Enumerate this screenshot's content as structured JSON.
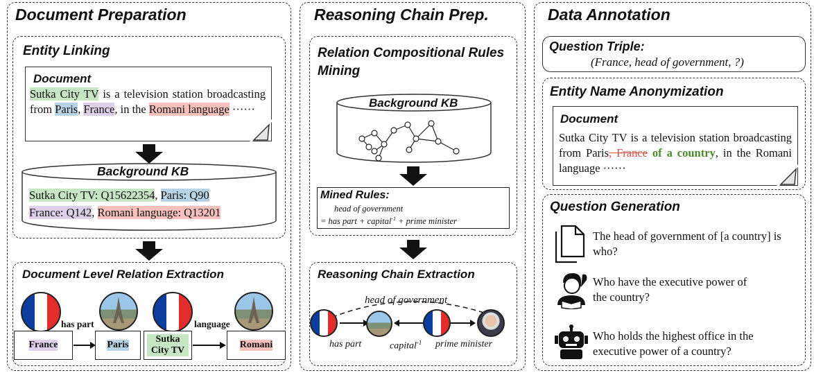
{
  "panels": {
    "doc_prep": {
      "title": "Document Preparation",
      "entity_linking": {
        "title": "Entity Linking",
        "document": {
          "title": "Document",
          "e1": "Sutka City TV",
          "t1": "is a television station broadcasting from",
          "e2": "Paris",
          "comma1": ",",
          "e3": "France",
          "t2": ", in the",
          "e4": "Romani language",
          "t3": "······"
        },
        "kb": {
          "title": "Background KB",
          "a": "Sutka City TV: Q15622354",
          "comma1": ",",
          "b": "Paris:  Q90",
          "c": "France: Q142",
          "comma2": ",",
          "d": "Romani language: Q13201"
        }
      },
      "relation_extraction": {
        "title": "Document Level Relation Extraction",
        "rel1": "has part",
        "rel2": "language",
        "box1": "France",
        "box2": "Paris",
        "box3": "Sutka City TV",
        "box4": "Romani"
      }
    },
    "chain_prep": {
      "title": "Reasoning Chain Prep.",
      "rules_mining": {
        "title": "Relation Compositional Rules Mining",
        "kb_title": "Background KB",
        "mined_title": "Mined Rules:",
        "mined_line1": "head of government",
        "mined_line2a": "= has part + capital",
        "mined_sup": "-1",
        "mined_line2b": " + prime minister"
      },
      "extraction": {
        "title": "Reasoning Chain Extraction",
        "top_label": "head of government",
        "l1": "has part",
        "l2": "capital",
        "l2_sup": "-1",
        "l3": "prime minister"
      }
    },
    "annotation": {
      "title": "Data Annotation",
      "question_triple": {
        "title": "Question Triple:",
        "value": "(France, head of government, ?)"
      },
      "anonymization": {
        "title": "Entity Name Anonymization",
        "doc_title": "Document",
        "t1": "Sutka City TV is a television station broadcasting from Paris",
        "struck": ", France",
        "added": " of a country",
        "t2": ", in the Romani language ······"
      },
      "generation": {
        "title": "Question Generation",
        "q1": "The head of government of [a country] is who?",
        "q2": "Who have the executive power of the country?",
        "q3": "Who holds the highest office in the executive power of a country?"
      }
    }
  }
}
